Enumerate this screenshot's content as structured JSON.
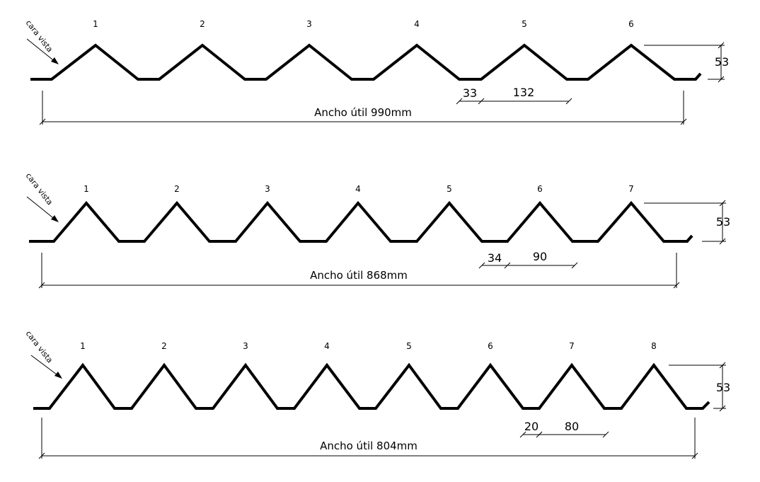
{
  "profiles": [
    {
      "face_label": "cara vista",
      "wave_labels": [
        "1",
        "2",
        "3",
        "4",
        "5",
        "6"
      ],
      "height_label": "53",
      "flat_label": "33",
      "pitch_label": "132",
      "width_label": "Ancho útil 990mm"
    },
    {
      "face_label": "cara vista",
      "wave_labels": [
        "1",
        "2",
        "3",
        "4",
        "5",
        "6",
        "7"
      ],
      "height_label": "53",
      "flat_label": "34",
      "pitch_label": "90",
      "width_label": "Ancho útil 868mm"
    },
    {
      "face_label": "cara vista",
      "wave_labels": [
        "1",
        "2",
        "3",
        "4",
        "5",
        "6",
        "7",
        "8"
      ],
      "height_label": "53",
      "flat_label": "20",
      "pitch_label": "80",
      "width_label": "Ancho útil 804mm"
    }
  ]
}
